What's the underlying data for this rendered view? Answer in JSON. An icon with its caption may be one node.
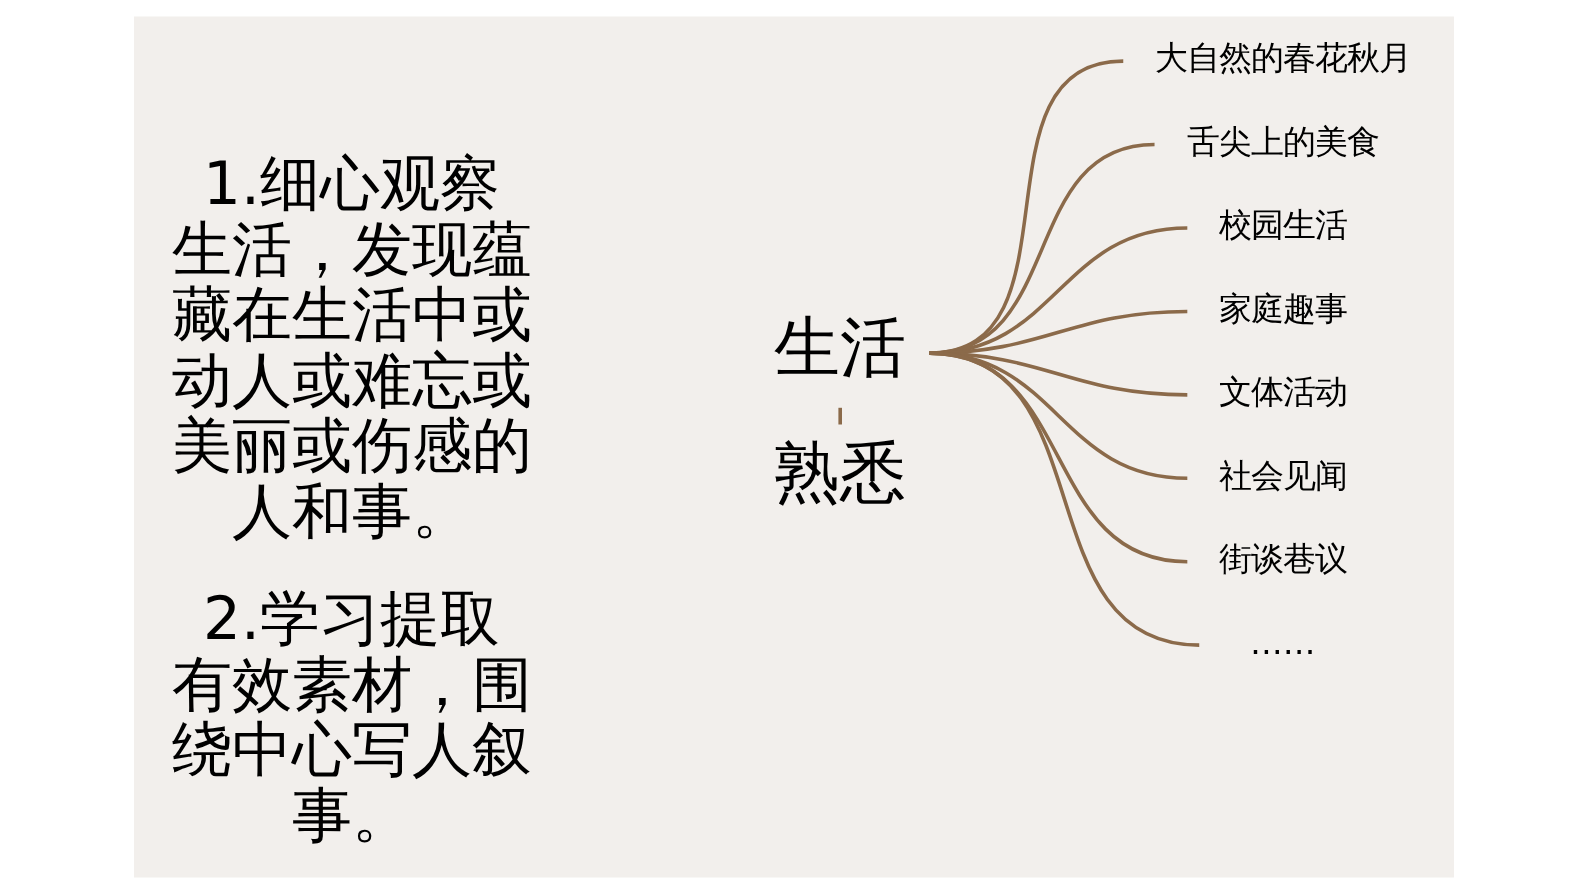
{
  "diagram": {
    "nodes": [
      {
        "text": [
          "生活"
        ]
      },
      {
        "text": [
          "熟悉"
        ]
      },
      {
        "text": [
          "大自然的春花秋月"
        ]
      },
      {
        "text": [
          "舌尖上的美食"
        ]
      },
      {
        "text": [
          "校园生活"
        ]
      },
      {
        "text": [
          "家庭趣事"
        ]
      },
      {
        "text": [
          "文体活动"
        ]
      },
      {
        "text": [
          "社会见闻"
        ]
      },
      {
        "text": [
          "街谈巷议"
        ]
      },
      {
        "text": [
          "……"
        ]
      }
    ],
    "edges": [
      {
        "from": 0,
        "to": 1,
        "arrow": "none"
      },
      {
        "from": 0,
        "to": 2,
        "arrow": "none"
      },
      {
        "from": 0,
        "to": 3,
        "arrow": "none"
      },
      {
        "from": 0,
        "to": 4,
        "arrow": "none"
      },
      {
        "from": 0,
        "to": 5,
        "arrow": "none"
      },
      {
        "from": 0,
        "to": 6,
        "arrow": "none"
      },
      {
        "from": 0,
        "to": 7,
        "arrow": "none"
      },
      {
        "from": 0,
        "to": 8,
        "arrow": "none"
      },
      {
        "from": 0,
        "to": 9,
        "arrow": "none"
      }
    ],
    "labels": [
      "1.细心观察生活，发现蕴藏在生活中或动人或难忘或美丽或伤感的人和事。",
      "2.学习提取有效素材，围绕中心写人叙事。"
    ]
  }
}
